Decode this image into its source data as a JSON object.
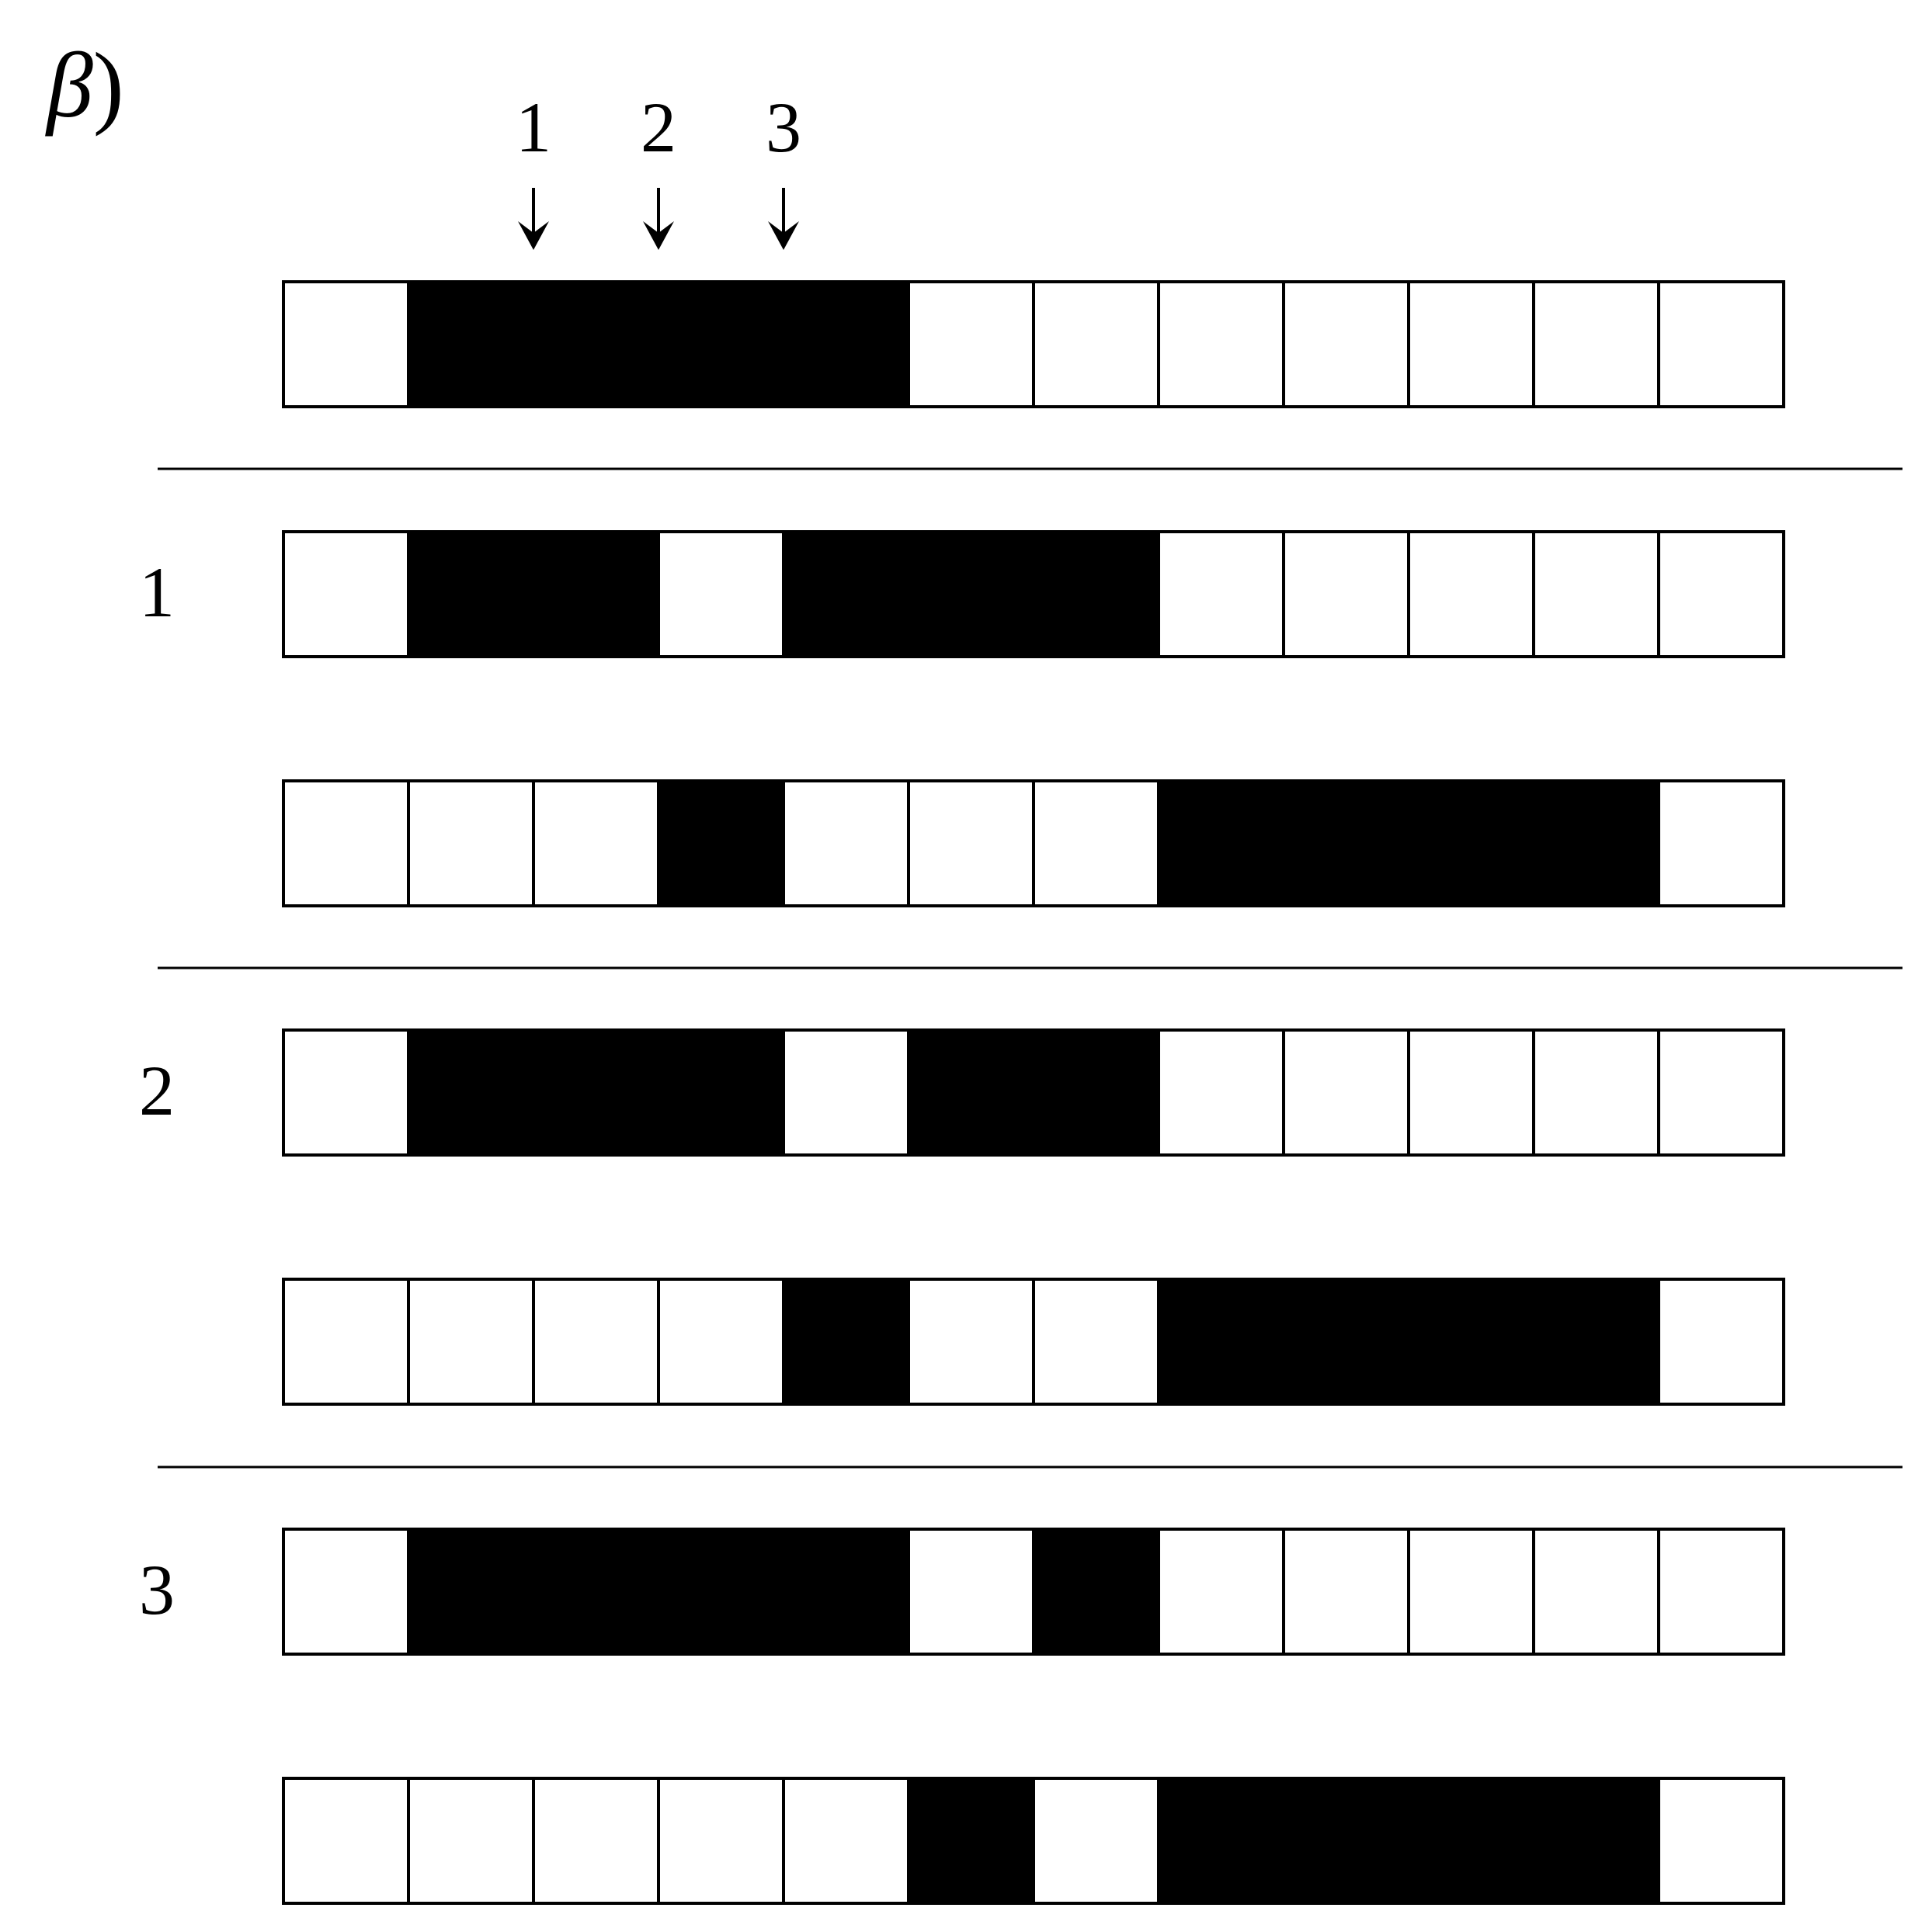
{
  "panel": {
    "label_greek": "β",
    "label_paren": ")"
  },
  "arrows": [
    {
      "label": "1",
      "cell": 2
    },
    {
      "label": "2",
      "cell": 3
    },
    {
      "label": "3",
      "cell": 4
    }
  ],
  "colors": {
    "filled": "#000000",
    "empty": "#ffffff",
    "stroke": "#000000"
  },
  "top_row": {
    "cells": [
      0,
      1,
      1,
      1,
      1,
      0,
      0,
      0,
      0,
      0,
      0,
      0
    ]
  },
  "groups": [
    {
      "label": "1",
      "rows": [
        {
          "cells": [
            0,
            1,
            1,
            0,
            1,
            1,
            1,
            0,
            0,
            0,
            0,
            0
          ]
        },
        {
          "cells": [
            0,
            0,
            0,
            1,
            0,
            0,
            0,
            1,
            1,
            1,
            1,
            0
          ]
        }
      ]
    },
    {
      "label": "2",
      "rows": [
        {
          "cells": [
            0,
            1,
            1,
            1,
            0,
            1,
            1,
            0,
            0,
            0,
            0,
            0
          ]
        },
        {
          "cells": [
            0,
            0,
            0,
            0,
            1,
            0,
            0,
            1,
            1,
            1,
            1,
            0
          ]
        }
      ]
    },
    {
      "label": "3",
      "rows": [
        {
          "cells": [
            0,
            1,
            1,
            1,
            1,
            0,
            1,
            0,
            0,
            0,
            0,
            0
          ]
        },
        {
          "cells": [
            0,
            0,
            0,
            0,
            0,
            1,
            0,
            1,
            1,
            1,
            1,
            0
          ]
        }
      ]
    }
  ]
}
